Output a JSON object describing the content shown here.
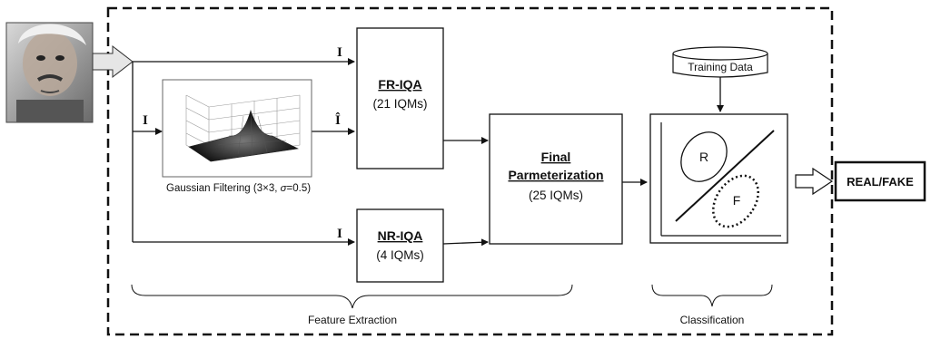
{
  "input_image": {
    "description_icon": "face-photo-icon"
  },
  "signal_labels": {
    "i_top": "I",
    "i_mid": "I",
    "i_hat": "Î",
    "i_bottom": "I"
  },
  "gaussian": {
    "caption_prefix": "Gaussian Filtering (3×3, ",
    "sigma": "σ",
    "caption_suffix": "=0.5)"
  },
  "fr_iqa": {
    "title": "FR-IQA",
    "count": "(21 IQMs)"
  },
  "nr_iqa": {
    "title": "NR-IQA",
    "count": "(4 IQMs)"
  },
  "final": {
    "title_line1": "Final",
    "title_line2": "Parmeterization",
    "count": "(25 IQMs)"
  },
  "training": {
    "label": "Training Data"
  },
  "classifier": {
    "real_label": "R",
    "fake_label": "F"
  },
  "output": {
    "label": "REAL/FAKE"
  },
  "braces": {
    "feature_extraction": "Feature Extraction",
    "classification": "Classification"
  }
}
